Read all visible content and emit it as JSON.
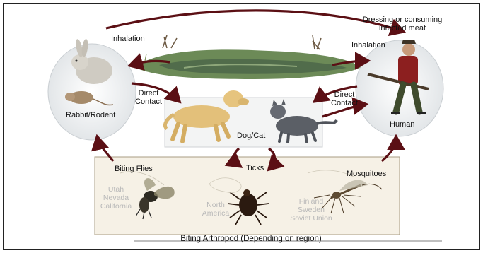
{
  "labels": {
    "inhalation_left": "Inhalation",
    "inhalation_right": "Inhalation",
    "dressing_line1": "Dressing or consuming",
    "dressing_line2": "infected meat",
    "rabbit_rodent": "Rabbit/Rodent",
    "direct_contact_left_1": "Direct",
    "direct_contact_left_2": "Contact",
    "direct_contact_right_1": "Direct",
    "direct_contact_right_2": "Contact",
    "dog_cat": "Dog/Cat",
    "human": "Human",
    "ticks": "Ticks",
    "biting_flies": "Biting Flies",
    "mosquitoes": "Mosquitoes",
    "flies_regions": [
      "Utah",
      "Nevada",
      "California"
    ],
    "ticks_regions": [
      "North",
      "America"
    ],
    "mosquito_regions": [
      "Finland",
      "Sweden",
      "Soviet Union"
    ],
    "bottom_caption": "Biting Arthropod (Depending on region)"
  },
  "colors": {
    "arrow": "#5b0f14",
    "panel_fill": "#f6f1e6",
    "panel_border": "#a89c83",
    "pond": "#5f7a4c",
    "circle": "#d9dde0"
  },
  "icons": [
    "rabbit-icon",
    "rodent-icon",
    "dog-icon",
    "cat-icon",
    "hunter-icon",
    "fly-icon",
    "tick-icon",
    "mosquito-icon",
    "pond-icon"
  ]
}
